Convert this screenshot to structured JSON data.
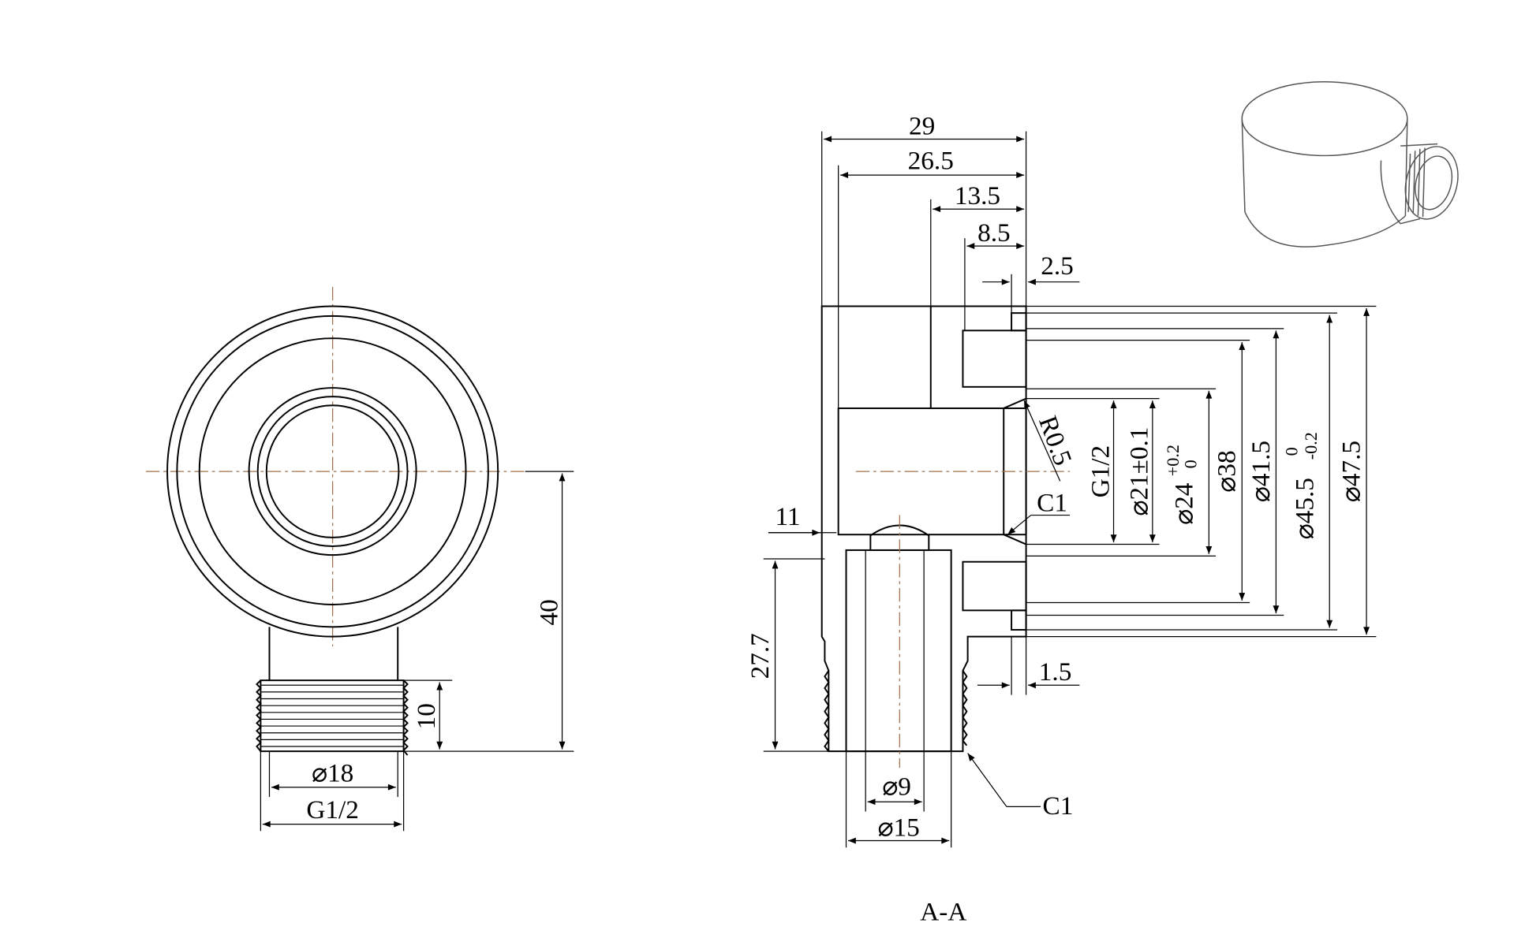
{
  "drawing": {
    "front_view": {
      "dims": {
        "height": "40",
        "thread_length": "10",
        "dia_thread_minor": "⌀18",
        "thread_spec": "G1/2"
      }
    },
    "section_view": {
      "label": "A-A",
      "top_dims": {
        "d29": "29",
        "d26_5": "26.5",
        "d13_5": "13.5",
        "d8_5": "8.5",
        "d2_5": "2.5"
      },
      "right_dims": {
        "thread": "G1/2",
        "d21": "⌀21±0.1",
        "d24": "⌀24",
        "d24_tol_upper": "+0.2",
        "d24_tol_lower": "0",
        "d38": "⌀38",
        "d41_5": "⌀41.5",
        "d45_5": "⌀45.5",
        "d45_5_tol_upper": "0",
        "d45_5_tol_lower": "-0.2",
        "d47_5": "⌀47.5"
      },
      "other_dims": {
        "radius": "R0.5",
        "chamfer_top": "C1",
        "chamfer_bottom": "C1",
        "d11": "11",
        "d27_7": "27.7",
        "d1_5": "1.5",
        "dia9": "⌀9",
        "dia15": "⌀15"
      }
    }
  }
}
